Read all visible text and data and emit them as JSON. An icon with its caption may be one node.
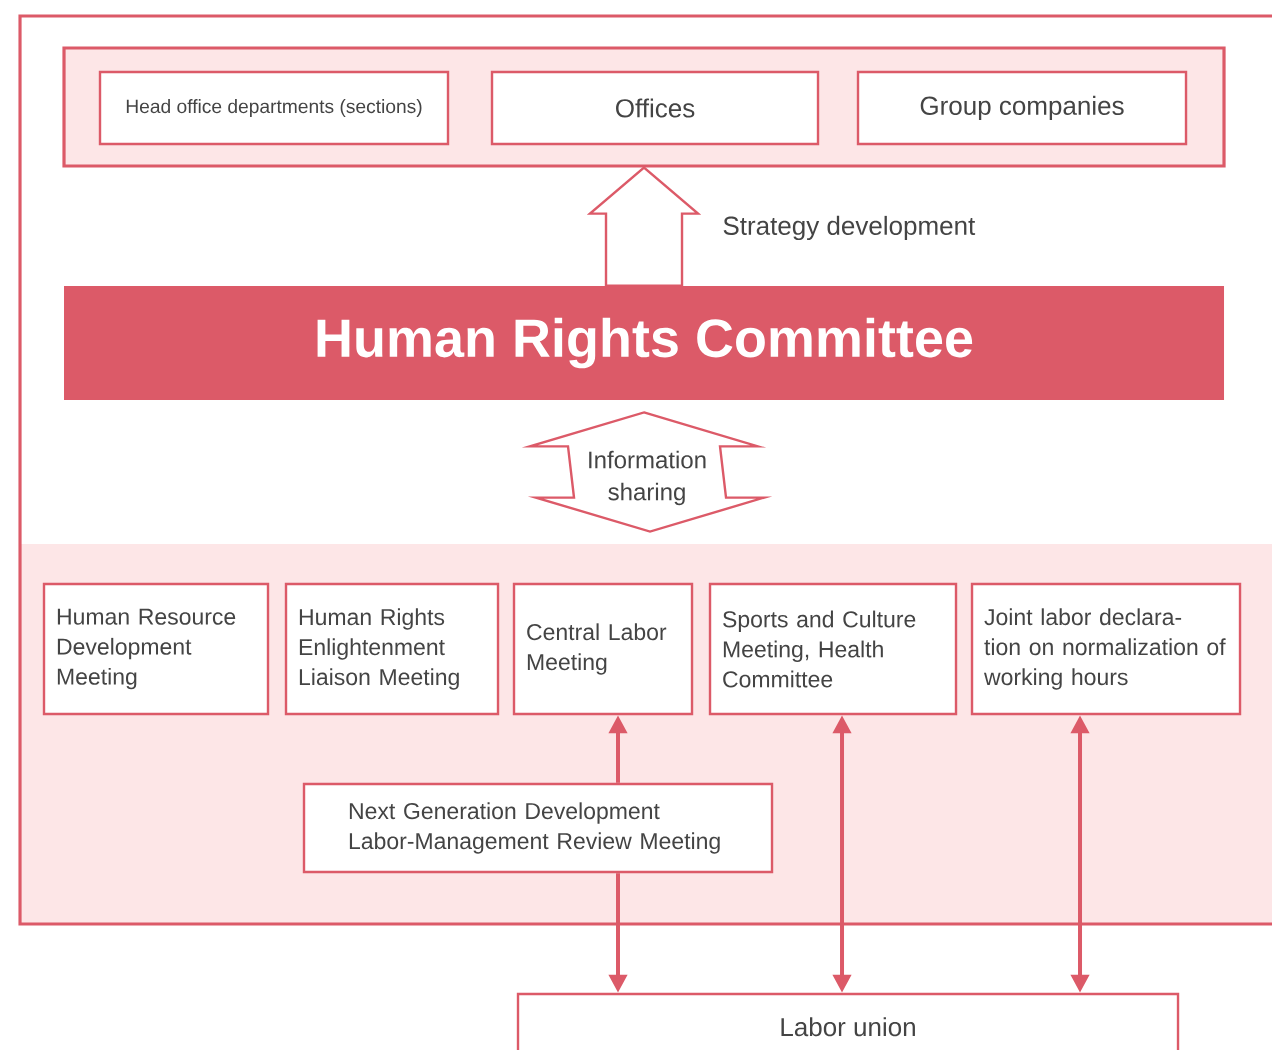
{
  "diagram": {
    "nodes": [
      {
        "text": [],
        "shape": "box"
      },
      {
        "text": [
          "Head office departments (sections)"
        ],
        "in": 0
      },
      {
        "text": [
          "Offices"
        ],
        "in": 0
      },
      {
        "text": [
          "Group companies"
        ],
        "in": 0
      },
      {
        "text": [
          "Human Rights Committee"
        ]
      },
      {
        "text": [],
        "shape": "box"
      },
      {
        "text": [
          "Human Resource Development Meeting"
        ],
        "in": 5
      },
      {
        "text": [
          "Human Rights Enlightenment Liaison Meeting"
        ],
        "in": 5
      },
      {
        "text": [
          "Central Labor Meeting"
        ],
        "in": 5
      },
      {
        "text": [
          "Sports and Culture Meeting, Health Committee"
        ],
        "in": 5
      },
      {
        "text": [
          "Joint labor declara- tion on normalization of working hours"
        ],
        "in": 5
      },
      {
        "text": [
          "Next Generation Development Labor-Management Review Meeting"
        ],
        "in": 5
      },
      {
        "text": [
          "Labor union"
        ]
      }
    ],
    "edges": [
      {
        "from": 4,
        "to": 0,
        "arrow": "to",
        "label": "Strategy development",
        "style": "thick"
      },
      {
        "from": 4,
        "to": 5,
        "arrow": "both",
        "label": "Information sharing",
        "style": "thick"
      },
      {
        "from": 11,
        "to": 8,
        "arrow": "to"
      },
      {
        "from": 11,
        "to": 12,
        "arrow": "to"
      },
      {
        "from": 12,
        "to": 9,
        "arrow": "both"
      },
      {
        "from": 12,
        "to": 10,
        "arrow": "both"
      }
    ]
  }
}
